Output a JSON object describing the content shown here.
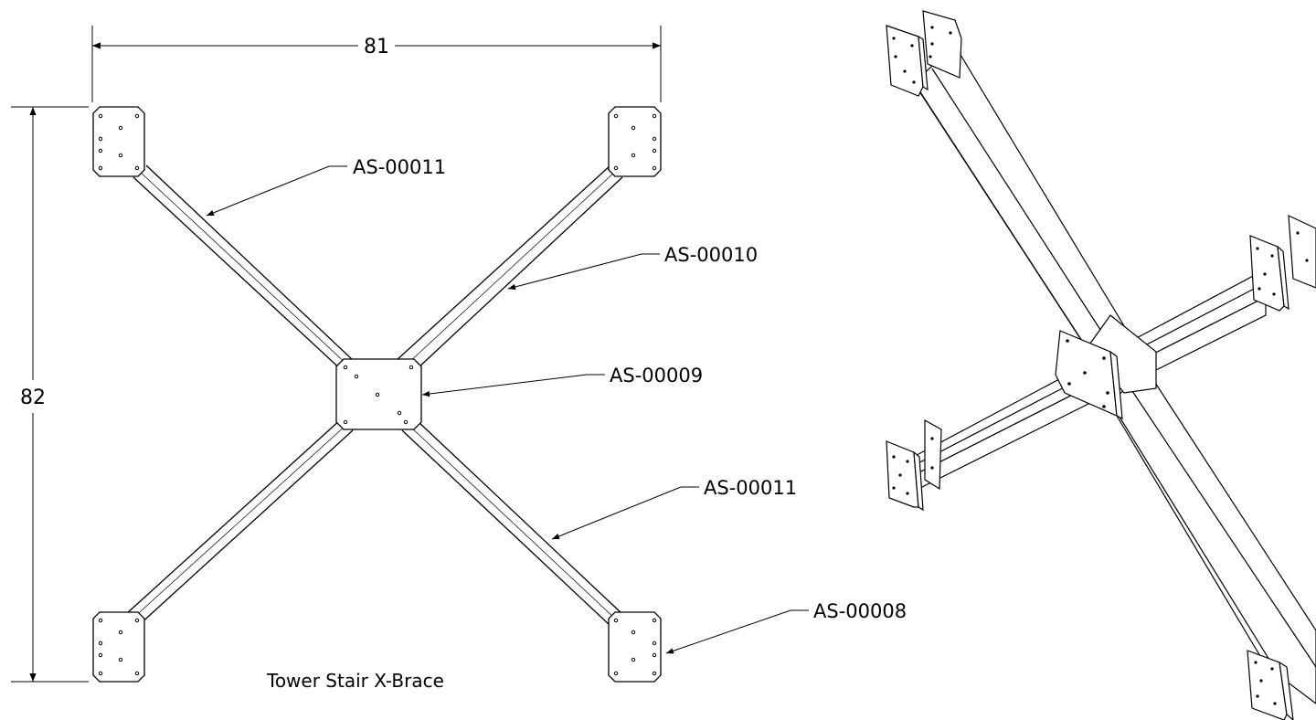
{
  "dimensions": {
    "width": "81",
    "height": "82"
  },
  "callouts": {
    "brace_upper_left": "AS-00011",
    "brace_upper_right": "AS-00010",
    "center_plate": "AS-00009",
    "brace_lower_right": "AS-00011",
    "corner_plate": "AS-00008"
  },
  "title": "Tower Stair X-Brace",
  "colors": {
    "line": "#000000",
    "background": "#ffffff"
  }
}
